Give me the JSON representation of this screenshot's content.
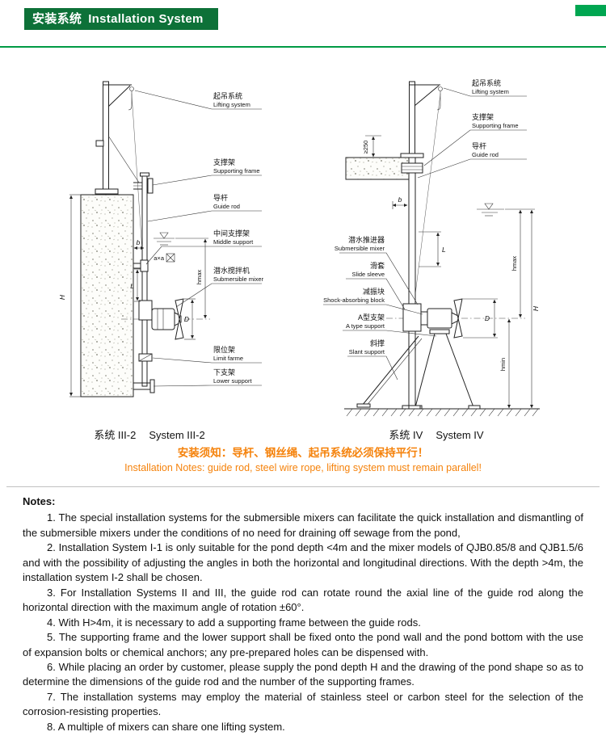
{
  "colors": {
    "header_bg": "#0d7138",
    "accent_green": "#00a651",
    "rule_green": "#009a44",
    "warning_orange": "#f5820b"
  },
  "header": {
    "title_zh": "安装系统",
    "title_en": "Installation System"
  },
  "diagram_left": {
    "caption_zh": "系统 III-2",
    "caption_en": "System III-2",
    "labels": {
      "lifting_zh": "起吊系统",
      "lifting_en": "Lifting system",
      "support_zh": "支撑架",
      "support_en": "Supporting frame",
      "guide_zh": "导杆",
      "guide_en": "Guide rod",
      "middle_zh": "中间支撑架",
      "middle_en": "Middle support",
      "mixer_zh": "潜水搅拌机",
      "mixer_en": "Submersible mixer",
      "limit_zh": "限位架",
      "limit_en": "Limit farme",
      "lower_zh": "下支架",
      "lower_en": "Lower support"
    },
    "dims": {
      "H": "H",
      "b": "b",
      "axa": "a×a",
      "L": "L",
      "D": "D",
      "hmax": "hmax"
    }
  },
  "diagram_right": {
    "caption_zh": "系统 IV",
    "caption_en": "System IV",
    "labels": {
      "lifting_zh": "起吊系统",
      "lifting_en": "Lifting system",
      "support_zh": "支撑架",
      "support_en": "Supporting frame",
      "guide_zh": "导杆",
      "guide_en": "Guide rod",
      "mixer_zh": "潜水推进器",
      "mixer_en": "Submersible mixer",
      "sleeve_zh": "滑套",
      "sleeve_en": "Slide sleeve",
      "shock_zh": "减振块",
      "shock_en": "Shock-absorbing block",
      "aframe_zh": "A型支架",
      "aframe_en": "A type support",
      "slant_zh": "斜撑",
      "slant_en": "Slant support"
    },
    "dims": {
      "min250": "≥250",
      "b": "b",
      "L": "L",
      "D": "D",
      "H": "H",
      "hmin": "hmin",
      "hmax": "hmax"
    }
  },
  "warning": {
    "line_zh": "安装须知：导杆、钢丝绳、起吊系统必须保持平行！",
    "line_en": "Installation Notes: guide rod, steel wire rope, lifting system must remain parallel!"
  },
  "notes": {
    "heading": "Notes:",
    "items": [
      "1. The special installation systems for the submersible mixers can facilitate the quick installation and dismantling of the submersible mixers under the conditions of no need for draining off sewage from the pond,",
      "2. Installation System I-1 is only suitable for the pond depth <4m and the mixer models of QJB0.85/8 and QJB1.5/6 and with the possibility of adjusting the angles in both the horizontal and longitudinal directions. With the depth >4m, the installation system I-2 shall be chosen.",
      "3. For Installation Systems II and III, the guide rod can rotate round the axial line of the guide rod along the horizontal direction with the maximum angle of rotation ±60°.",
      "4. With H>4m, it is necessary to add a supporting frame between the guide rods.",
      "5. The supporting frame and the lower support shall be fixed onto the pond wall and the pond bottom with the use of expansion bolts or chemical anchors; any pre-prepared holes can be dispensed with.",
      "6. While placing an order by customer, please supply the pond depth H and the drawing of the pond shape so as to determine the dimensions of the guide rod and the number of the supporting frames.",
      "7. The installation systems may employ the material of stainless steel or carbon steel for the selection of the corrosion-resisting properties.",
      "8. A multiple of mixers can share one lifting system."
    ]
  }
}
